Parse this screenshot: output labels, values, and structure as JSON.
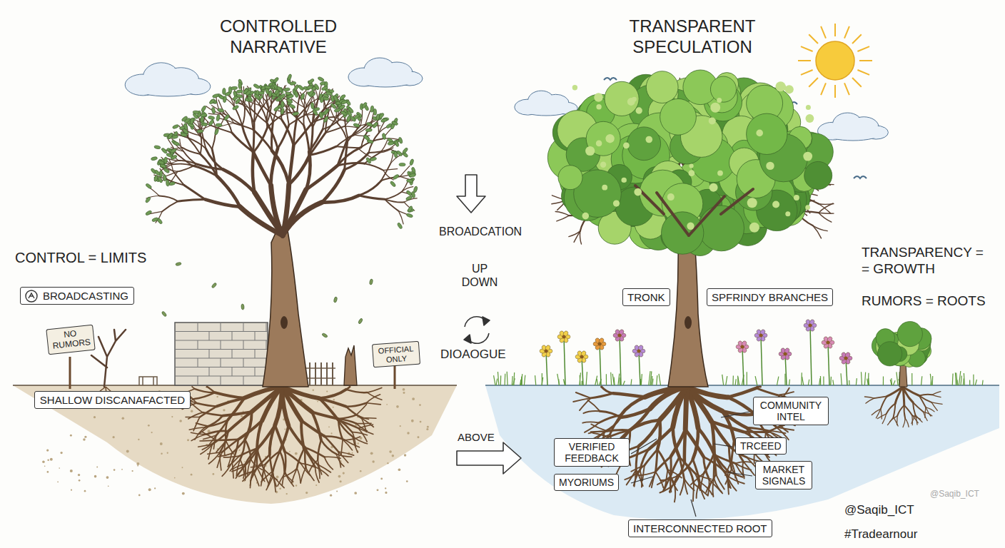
{
  "diagram": {
    "nodes": [
      {
        "text": [
          "BROADCASTING"
        ]
      },
      {
        "text": [
          "NO RUMORS"
        ]
      },
      {
        "text": [
          "OFFICIAL ONLY"
        ]
      },
      {
        "text": [
          "SHALLOW DISCANAFACTED"
        ]
      },
      {
        "text": [
          "TRONK"
        ]
      },
      {
        "text": [
          "SPFRINDY BRANCHES"
        ]
      },
      {
        "text": [
          "COMMUNITY INTEL"
        ]
      },
      {
        "text": [
          "VERIFIED FEEDBACK"
        ]
      },
      {
        "text": [
          "TRCEED"
        ]
      },
      {
        "text": [
          "MARKET SIGNALS"
        ]
      },
      {
        "text": [
          "MYORIUMS"
        ]
      },
      {
        "text": [
          "INTERCONNECTED ROOT"
        ]
      }
    ],
    "labels": [
      "CONTROLLED NARRATIVE",
      "TRANSPARENT SPECULATION",
      "CONTROL = LIMITS",
      "BROADCATION",
      "UP DOWN",
      "DIOAOGUE",
      "ABOVE",
      "TRANSPARENCY = = GROWTH",
      "RUMORS = ROOTS",
      "@Saqib_ICT",
      "#Tradearnour",
      "@Saqib_ICT"
    ]
  }
}
